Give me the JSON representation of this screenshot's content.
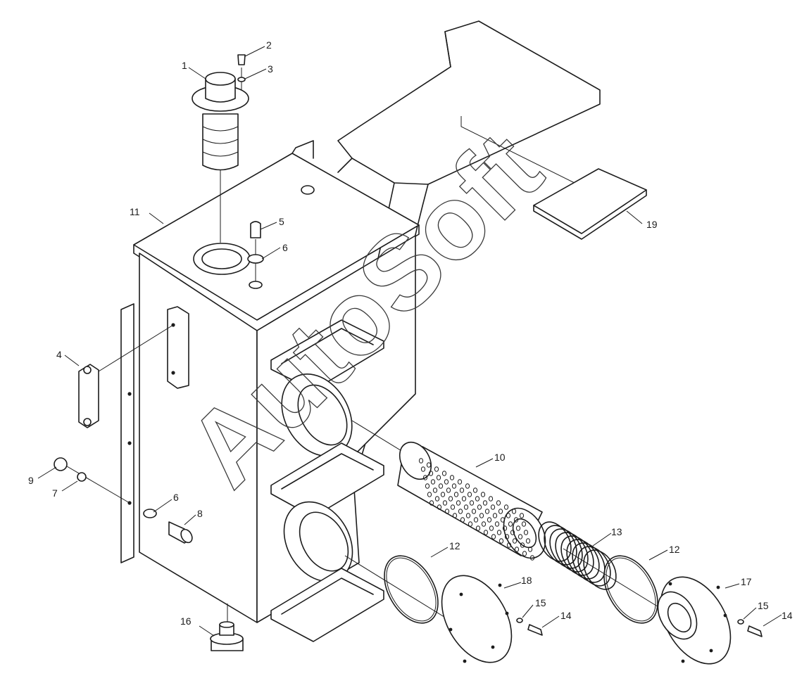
{
  "watermark": "AutoSoft",
  "callouts": [
    {
      "id": "c1",
      "label": "1"
    },
    {
      "id": "c2",
      "label": "2"
    },
    {
      "id": "c3",
      "label": "3"
    },
    {
      "id": "c4",
      "label": "4"
    },
    {
      "id": "c5",
      "label": "5"
    },
    {
      "id": "c6a",
      "label": "6"
    },
    {
      "id": "c6b",
      "label": "6"
    },
    {
      "id": "c7",
      "label": "7"
    },
    {
      "id": "c8",
      "label": "8"
    },
    {
      "id": "c9",
      "label": "9"
    },
    {
      "id": "c10",
      "label": "10"
    },
    {
      "id": "c11",
      "label": "11"
    },
    {
      "id": "c12a",
      "label": "12"
    },
    {
      "id": "c12b",
      "label": "12"
    },
    {
      "id": "c13",
      "label": "13"
    },
    {
      "id": "c14a",
      "label": "14"
    },
    {
      "id": "c14b",
      "label": "14"
    },
    {
      "id": "c15a",
      "label": "15"
    },
    {
      "id": "c15b",
      "label": "15"
    },
    {
      "id": "c16",
      "label": "16"
    },
    {
      "id": "c17",
      "label": "17"
    },
    {
      "id": "c18",
      "label": "18"
    },
    {
      "id": "c19",
      "label": "19"
    }
  ]
}
